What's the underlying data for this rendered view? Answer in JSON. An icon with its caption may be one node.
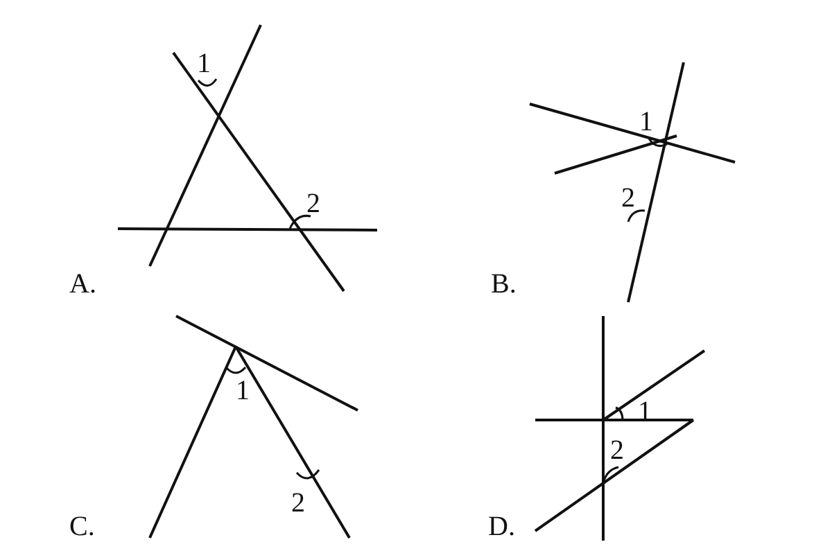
{
  "diagram": {
    "labels": [
      "1",
      "2",
      "A.",
      "1",
      "2",
      "B.",
      "1",
      "2",
      "C.",
      "1",
      "2",
      "D."
    ]
  }
}
